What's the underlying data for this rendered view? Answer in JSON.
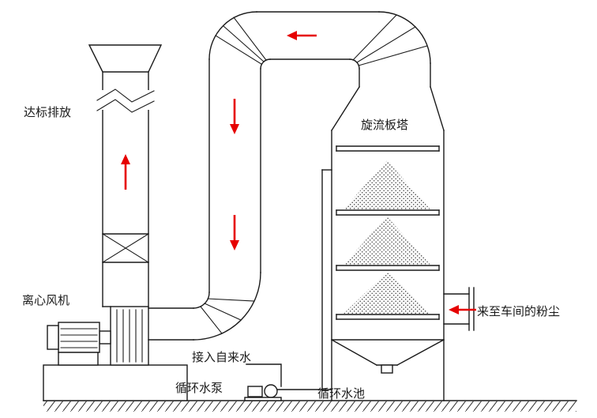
{
  "diagram": {
    "kind": "industrial-dust-scrubbing-process-flow",
    "colors": {
      "line": "#1a1a1a",
      "arrow": "#e60000",
      "background": "#ffffff"
    },
    "labels": {
      "emission": "达标排放",
      "tower": "旋流板塔",
      "fan": "离心风机",
      "tap_water": "接入自来水",
      "pump": "循环水泵",
      "pool": "循环水池",
      "dust_inlet": "来至车间的粉尘"
    },
    "flow_arrows": [
      {
        "name": "stack-up-arrow",
        "direction": "up",
        "location": "inside exhaust stack"
      },
      {
        "name": "top-duct-left-arrow",
        "direction": "left",
        "location": "top horizontal duct"
      },
      {
        "name": "downcomer-arrow-1",
        "direction": "down",
        "location": "vertical duct upper"
      },
      {
        "name": "downcomer-arrow-2",
        "direction": "down",
        "location": "vertical duct lower"
      },
      {
        "name": "inlet-left-arrow",
        "direction": "left",
        "location": "dust inlet flange"
      }
    ]
  }
}
